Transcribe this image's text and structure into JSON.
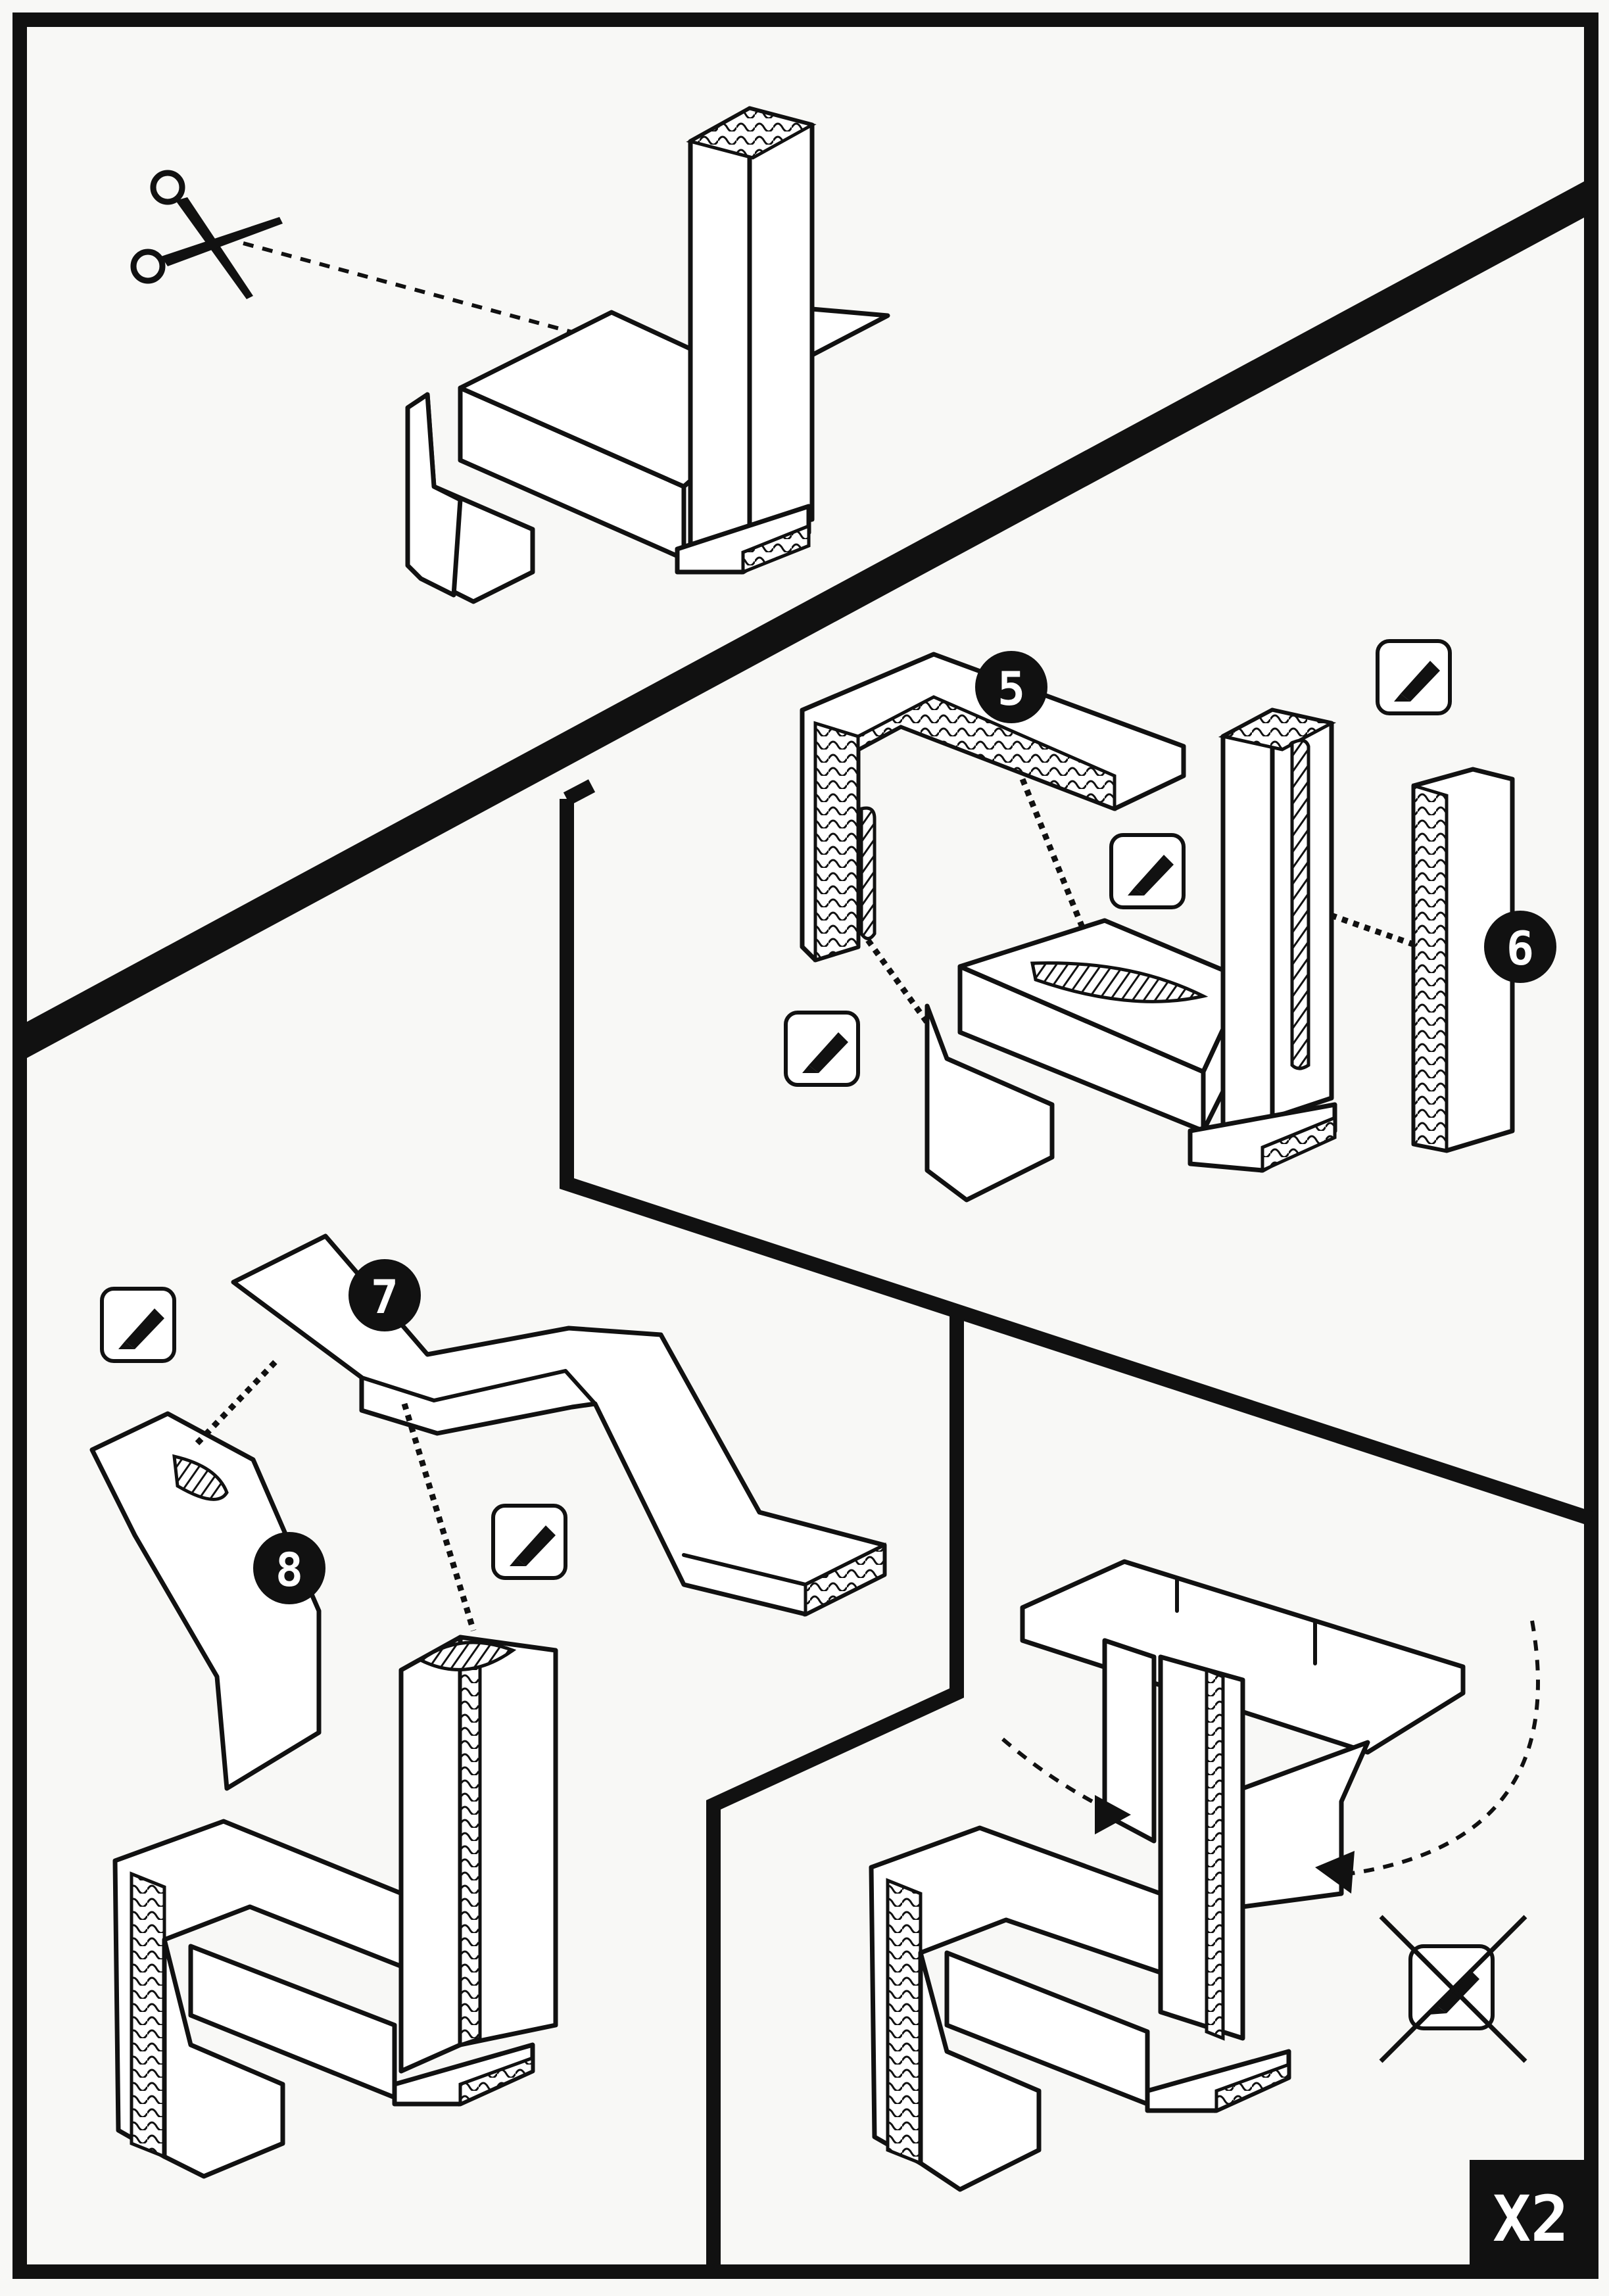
{
  "steps": [
    {
      "number": "5"
    },
    {
      "number": "6"
    },
    {
      "number": "7"
    },
    {
      "number": "8"
    }
  ],
  "icons": {
    "cut": "scissors-icon",
    "glue": "glue-icon",
    "no_glue": "no-glue-icon",
    "arrow": "curved-arrow-icon"
  },
  "multiplier": "X2",
  "colors": {
    "ink": "#111111",
    "paper": "#f8f8f6"
  }
}
